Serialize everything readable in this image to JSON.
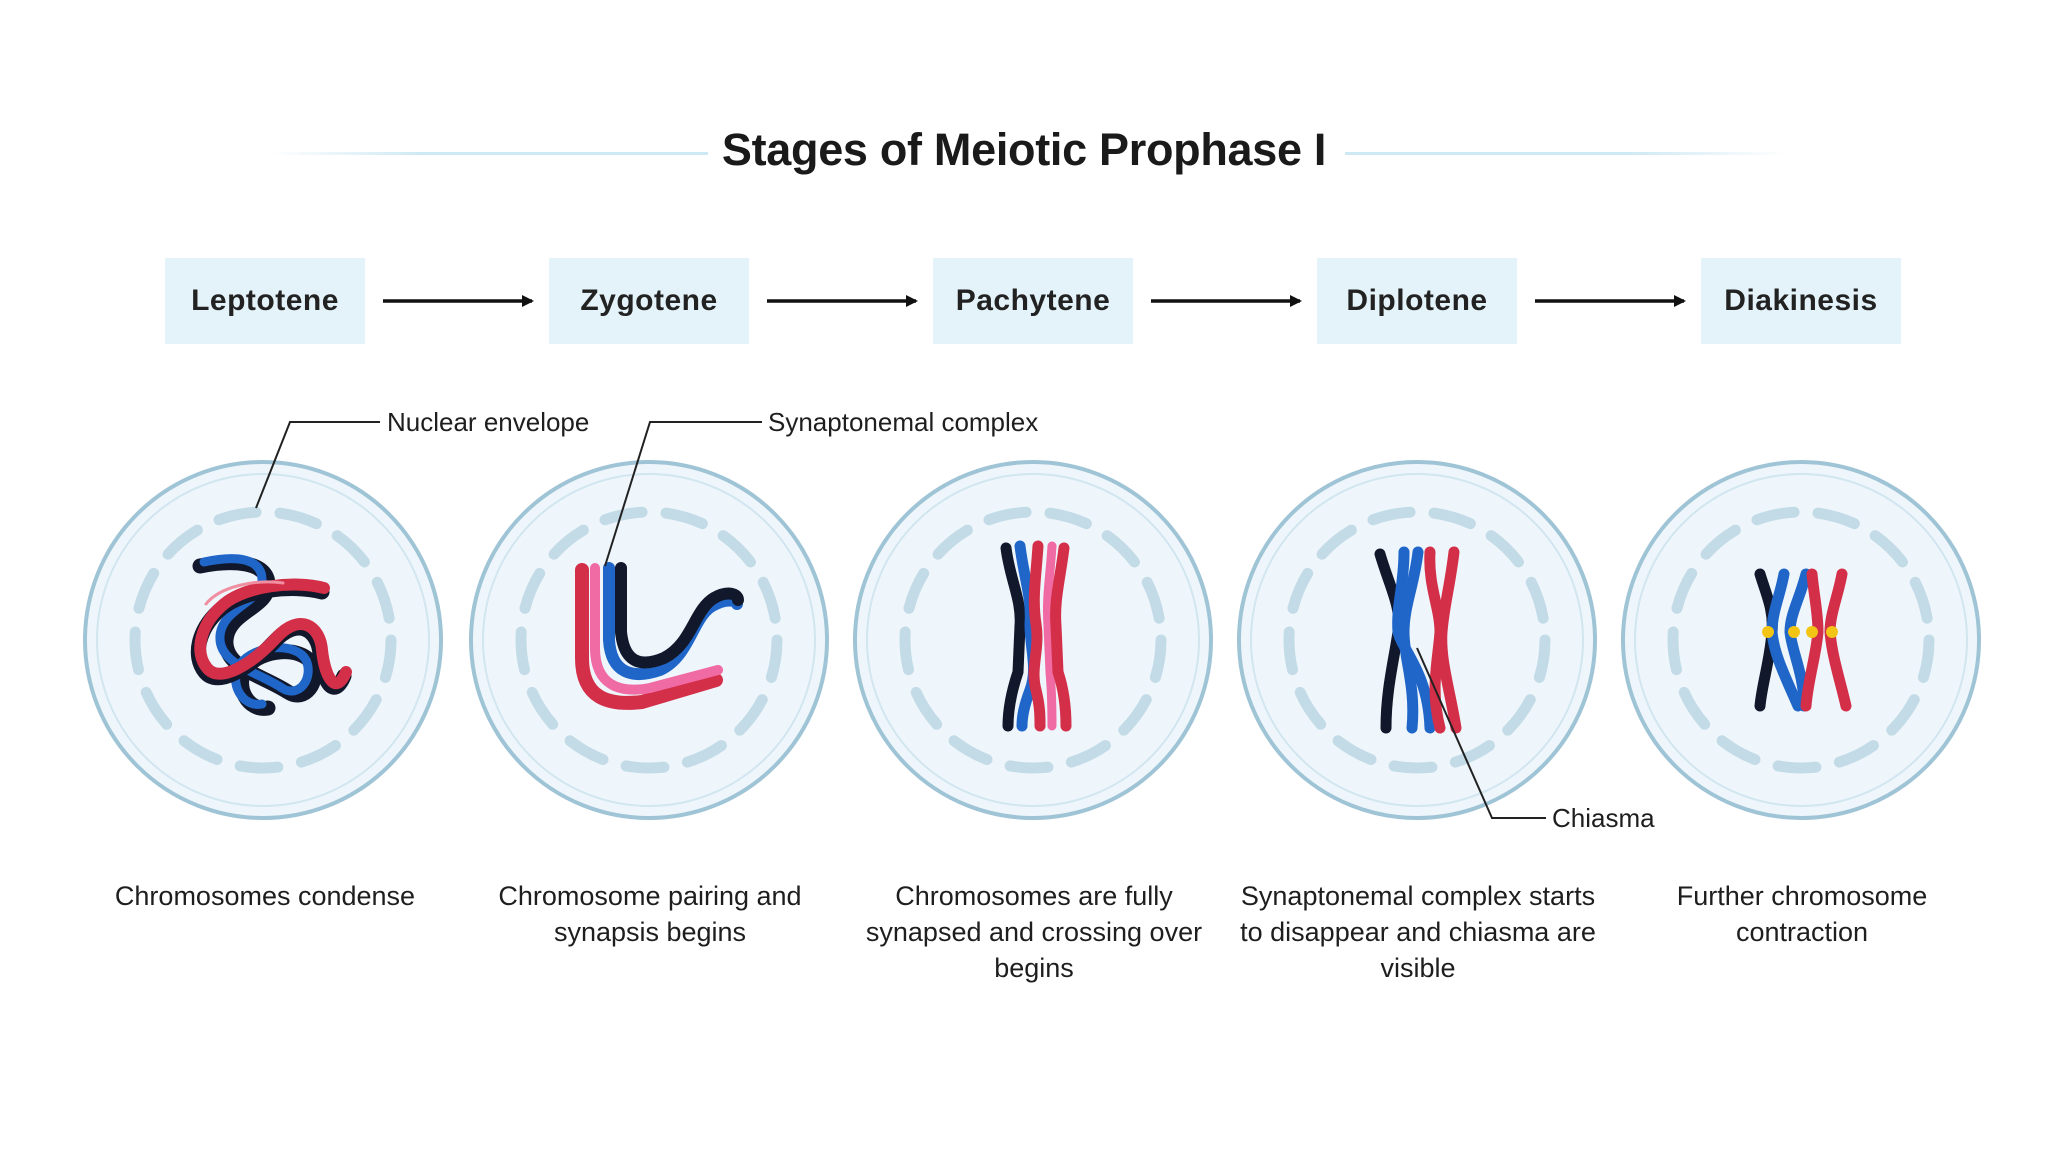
{
  "title": "Stages of Meiotic Prophase I",
  "stages": [
    {
      "name": "Leptotene",
      "description": "Chromosomes condense"
    },
    {
      "name": "Zygotene",
      "description": "Chromosome pairing and synapsis begins"
    },
    {
      "name": "Pachytene",
      "description": "Chromosomes are fully synapsed and crossing over begins"
    },
    {
      "name": "Diplotene",
      "description": "Synaptonemal complex starts to disappear and chiasma are visible"
    },
    {
      "name": "Diakinesis",
      "description": "Further chromosome contraction"
    }
  ],
  "callouts": {
    "nuclear_envelope": "Nuclear envelope",
    "synaptonemal_complex": "Synaptonemal complex",
    "chiasma": "Chiasma"
  },
  "colors": {
    "chromosome_red": "#d42f48",
    "chromosome_blue": "#1f66c8",
    "chromosome_dark": "#12182b",
    "synapse_pink": "#f06aa3",
    "centromere_yellow": "#f2c414",
    "nucleus_fill": "#eef6fb",
    "nucleus_border": "#9fc4d6",
    "stage_box": "#e3f3f9"
  }
}
